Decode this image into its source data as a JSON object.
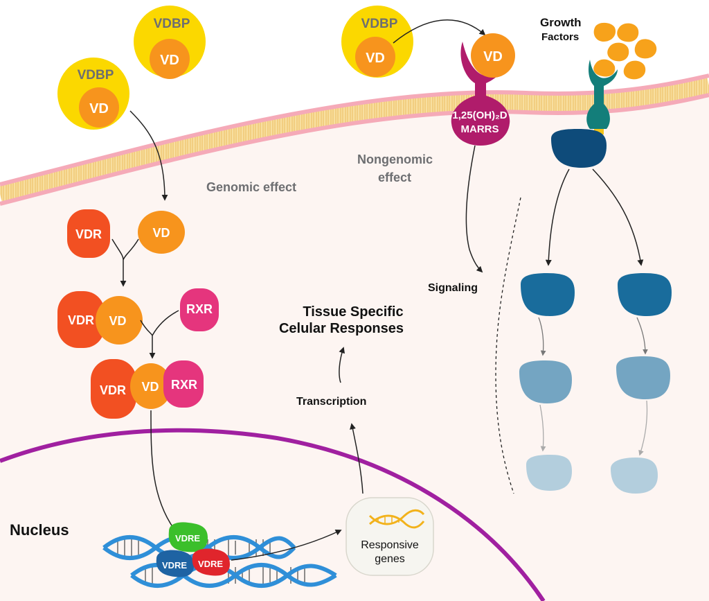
{
  "labels": {
    "vdbp": "VDBP",
    "vd": "VD",
    "vdr": "VDR",
    "rxr": "RXR",
    "vdre": "VDRE",
    "growth_line1": "Growth",
    "growth_line2": "Factors",
    "marrs_line1": "1,25(OH)₂D",
    "marrs_line2": "MARRS",
    "nongenomic_line1": "Nongenomic",
    "nongenomic_line2": "effect",
    "genomic": "Genomic effect",
    "signaling": "Signaling",
    "tissue_line1": "Tissue Specific",
    "tissue_line2": "Celular Responses",
    "transcription": "Transcription",
    "nucleus": "Nucleus",
    "responsive_line1": "Responsive",
    "responsive_line2": "genes"
  },
  "colors": {
    "cytoplasm": "#fdf5f2",
    "membrane_heads": "#f5aab8",
    "membrane_tails": "#f8dfa0",
    "vdbp": "#fbd800",
    "vd": "#f7941d",
    "vdr": "#f25022",
    "rxr": "#e5357d",
    "marrs": "#b01c6b",
    "receptor_stalk": "#137e7a",
    "kinase_dark": "#0e4b7a",
    "kinase_mid": "#196c9c",
    "kinase_light": "#74a5c2",
    "kinase_pale": "#b3cedd",
    "growth_factor": "#f7a21b",
    "nucleus_membrane": "#a020a0",
    "dna": "#2f8fd8",
    "vdre_green": "#3bbf2b",
    "vdre_red": "#e0252c",
    "vdre_blue": "#1e63a3",
    "gene_strand": "#f2b21b",
    "label_gray": "#6d6e71"
  }
}
